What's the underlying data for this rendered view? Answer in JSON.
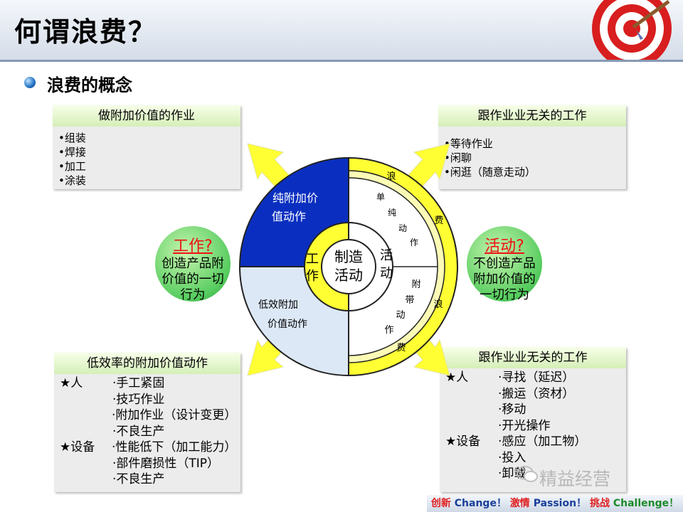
{
  "header": {
    "title": "何谓浪费？"
  },
  "section": {
    "title": "浪费的概念"
  },
  "box_value_work": {
    "title": "做附加价值的作业",
    "items": [
      "•组装",
      "•焊接",
      "•加工",
      "•涂装"
    ]
  },
  "box_unrelated_top": {
    "title": "跟作业业无关的工作",
    "items": [
      "•等待作业",
      "•闲聊",
      "•闲逛（随意走动）"
    ]
  },
  "box_low_efficiency": {
    "title": "低效率的附加价值动作",
    "rows": [
      {
        "k": "★人",
        "v": "·手工紧固"
      },
      {
        "k": "",
        "v": "·技巧作业"
      },
      {
        "k": "",
        "v": "·附加作业（设计变更）"
      },
      {
        "k": "",
        "v": "·不良生产"
      },
      {
        "k": "★设备",
        "v": "·性能低下（加工能力）"
      },
      {
        "k": "",
        "v": "·部件磨损性（TIP）"
      },
      {
        "k": "",
        "v": "·不良生产"
      }
    ]
  },
  "box_unrelated_bottom": {
    "title": "跟作业业无关的工作",
    "rows": [
      {
        "k": "★人",
        "v": "·寻找（延迟）"
      },
      {
        "k": "",
        "v": "·搬运（资材）"
      },
      {
        "k": "",
        "v": "·移动"
      },
      {
        "k": "",
        "v": "·开光操作"
      },
      {
        "k": "★设备",
        "v": "·感应（加工物）"
      },
      {
        "k": "",
        "v": "·投入"
      },
      {
        "k": "",
        "v": "·卸载"
      }
    ]
  },
  "note_work": {
    "title": "工作?",
    "lines": [
      "创造产品附",
      "价值的一切",
      "行为"
    ]
  },
  "note_activity": {
    "title": "活动?",
    "lines": [
      "不创造产品",
      "附加价值的",
      "一切行为"
    ]
  },
  "wheel": {
    "center": [
      "制造",
      "活动"
    ],
    "inner_left": [
      "工",
      "作"
    ],
    "inner_right": [
      "活",
      "动"
    ],
    "pure_value": [
      "纯附加价",
      "值动作"
    ],
    "low_value": [
      "低效附加",
      "价值动作"
    ],
    "simple_action": [
      "单",
      "纯",
      "动",
      "作"
    ],
    "incidental_action": [
      "附",
      "带",
      "动",
      "作"
    ],
    "waste_top": [
      "浪",
      "费"
    ],
    "waste_bottom": [
      "浪",
      "费"
    ]
  },
  "colors": {
    "blue": "#0a2fc0",
    "light_blue": "#dce8f6",
    "yellow": "#ffff33",
    "pale_yellow": "#fbfbb6"
  },
  "watermark": "精益经营",
  "footer": {
    "p1": "创新",
    "p2": "Change！",
    "p3": "激情",
    "p4": "Passion！",
    "p5": "挑战",
    "p6": "Challenge！"
  }
}
